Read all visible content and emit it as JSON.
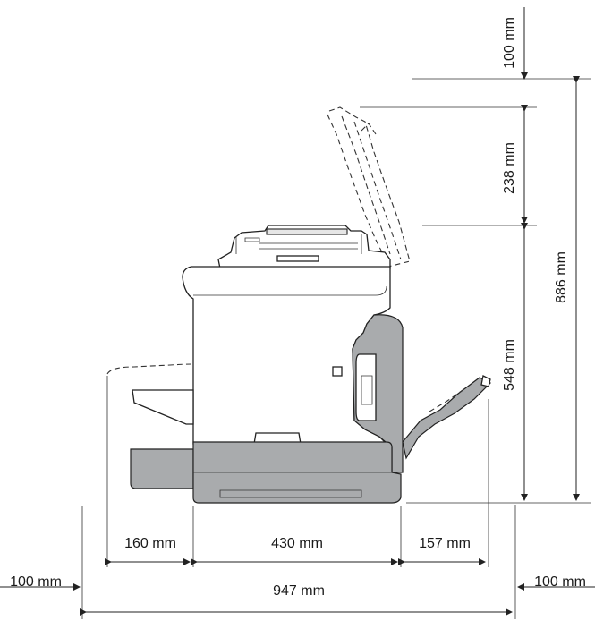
{
  "dimensions": {
    "top_clearance": "100 mm",
    "lid_open": "238 mm",
    "body_height": "548 mm",
    "total_height": "886 mm",
    "left_tray": "160 mm",
    "body_width": "430 mm",
    "right_tray": "157 mm",
    "left_clearance": "100 mm",
    "total_width": "947 mm",
    "right_clearance": "100 mm"
  },
  "colors": {
    "outline": "#222222",
    "tray_grey": "#a9abad",
    "background": "#ffffff"
  }
}
